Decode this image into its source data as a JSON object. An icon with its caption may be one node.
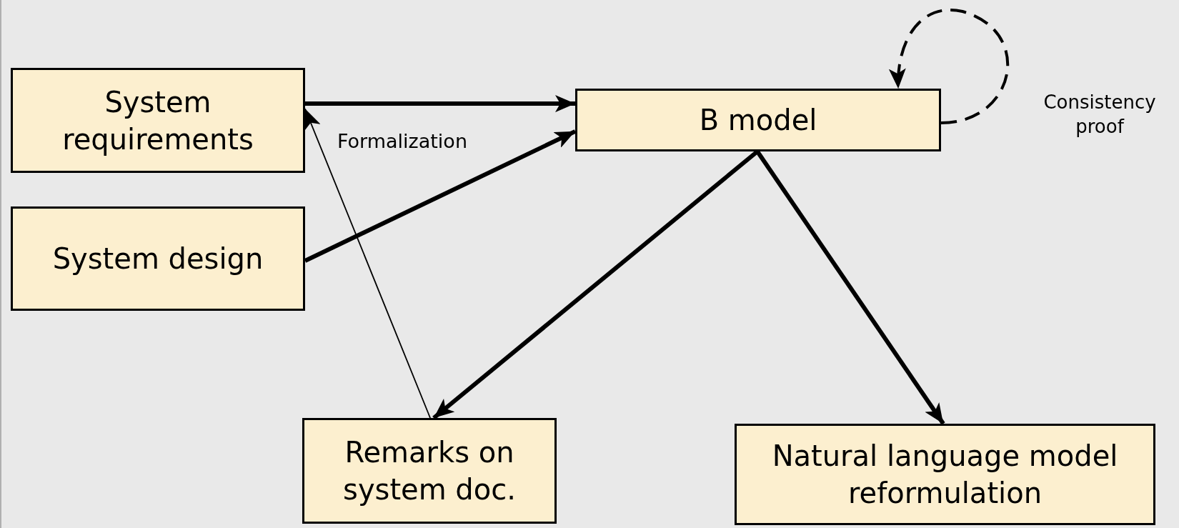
{
  "diagram": {
    "nodes": [
      {
        "text": [
          "System requirements"
        ]
      },
      {
        "text": [
          "System design"
        ]
      },
      {
        "text": [
          "B model"
        ]
      },
      {
        "text": [
          "Remarks on system doc."
        ]
      },
      {
        "text": [
          "Natural language model reformulation"
        ]
      }
    ],
    "edges": [
      {
        "from": 0,
        "to": 2,
        "arrow": "to"
      },
      {
        "from": 1,
        "to": 2,
        "arrow": "to"
      },
      {
        "from": 2,
        "to": 3,
        "arrow": "to"
      },
      {
        "from": 2,
        "to": 4,
        "arrow": "to"
      },
      {
        "from": 3,
        "to": 0,
        "arrow": "to"
      },
      {
        "from": 2,
        "to": 2,
        "arrow": "to",
        "style": "dashed",
        "label": "Consistency proof"
      }
    ],
    "labels": [
      "Formalization"
    ]
  }
}
